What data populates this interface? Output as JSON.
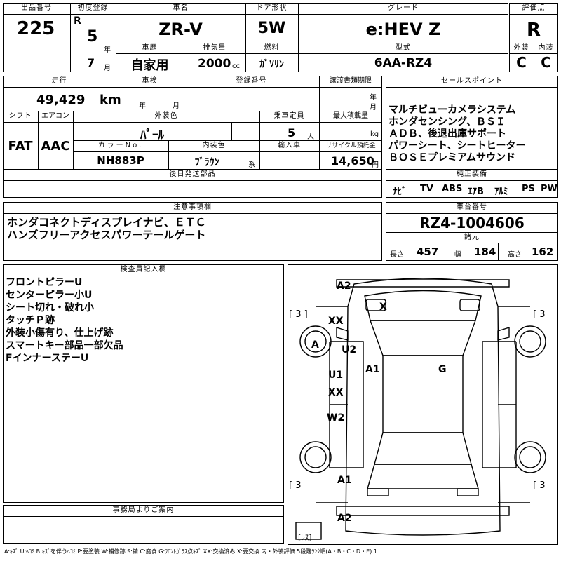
{
  "header": {
    "lot_no_label": "出品番号",
    "lot_no": "225",
    "first_reg_label": "初度登録",
    "era": "R",
    "year": "5",
    "year_unit": "年",
    "month": "7",
    "month_unit": "月",
    "car_name_label": "車名",
    "car_name": "ZR-V",
    "door_label": "ドア形状",
    "door": "5W",
    "grade_label": "グレード",
    "grade": "e:HEV Z",
    "score_label": "評価点",
    "score": "R",
    "history_label": "車歴",
    "history": "自家用",
    "displacement_label": "排気量",
    "displacement": "2000",
    "displacement_unit": "cc",
    "fuel_label": "燃料",
    "fuel": "ｶﾞｿﾘﾝ",
    "model_label": "型式",
    "model": "6AA-RZ4",
    "exterior_label": "外装",
    "exterior": "C",
    "interior_label": "内装",
    "interior": "C"
  },
  "info": {
    "mileage_label": "走行",
    "mileage": "49,429",
    "mileage_unit": "km",
    "inspection_label": "車検",
    "year_unit": "年",
    "month_unit": "月",
    "plate_label": "登録番号",
    "transfer_label": "譲渡書類期限",
    "transfer_year": "年",
    "transfer_month": "月",
    "shift_label": "シフト",
    "shift": "FAT",
    "ac_label": "エアコン",
    "ac": "AAC",
    "color_label": "外装色",
    "color": "ﾊﾟｰﾙ",
    "capacity_label": "乗車定員",
    "capacity": "5",
    "capacity_unit": "人",
    "load_label": "最大積載量",
    "load_unit": "kg",
    "color_no_label": "カラーNo.",
    "color_no": "NH883P",
    "int_color_label": "内装色",
    "int_color": "ﾌﾞﾗｳﾝ",
    "int_color_unit": "系",
    "import_label": "輸入車",
    "recycle_label": "リサイクル預託金",
    "recycle": "14,650",
    "recycle_unit": "円",
    "later_label": "後日発送部品"
  },
  "sales": {
    "label": "セールスポイント",
    "lines": [
      "マルチビューカメラシステム",
      "ホンダセンシング、ＢＳＩ",
      "ＡＤＢ、後退出庫サポート",
      "パワーシート、シートヒーター",
      "ＢＯＳＥプレミアムサウンド"
    ],
    "equip_label": "純正装備",
    "equip": [
      "ﾅﾋﾞ",
      "TV",
      "ABS",
      "ｴｱB",
      "ｱﾙﾐ",
      "PS",
      "PW"
    ]
  },
  "notes": {
    "label": "注意事項欄",
    "lines": [
      "ホンダコネクトディスプレイナビ、ＥＴＣ",
      "ハンズフリーアクセスパワーテールゲート"
    ]
  },
  "chassis": {
    "label": "車台番号",
    "value": "RZ4-1004606",
    "spec_label": "諸元",
    "length_label": "長さ",
    "length": "457",
    "width_label": "幅",
    "width": "184",
    "height_label": "高さ",
    "height": "162"
  },
  "inspector": {
    "label": "検査員記入欄",
    "lines": [
      "フロントピラーU",
      "センターピラー小U",
      "シート切れ・破れ小",
      "タッチＰ跡",
      "外装小傷有り、仕上げ跡",
      "スマートキー部品一部欠品",
      "FインナーステーU"
    ]
  },
  "office": {
    "label": "事務局よりご案内"
  },
  "diagram": {
    "codes": [
      "A2",
      "X",
      "XX",
      "A",
      "U2",
      "A1",
      "G",
      "U1",
      "XX",
      "W2",
      "A1",
      "A2"
    ],
    "tire_marks": [
      "[ 3 ]",
      "[ 3",
      "[ 3",
      "[ 3"
    ],
    "spare": "[ﾚｽ]"
  },
  "legend": "A:ｷｽﾞ U:ﾍｺﾐ B:ｷｽﾞを伴うﾍｺﾐ P:要塗装 W:補修跡 S:錆 C:腐食 G:ﾌﾛﾝﾄｶﾞﾗｽ点ｷｽﾞ XX:交換済み X:要交換 内・外装評価 5段階ﾗﾝｸ順(A・B・C・D・E) 1"
}
